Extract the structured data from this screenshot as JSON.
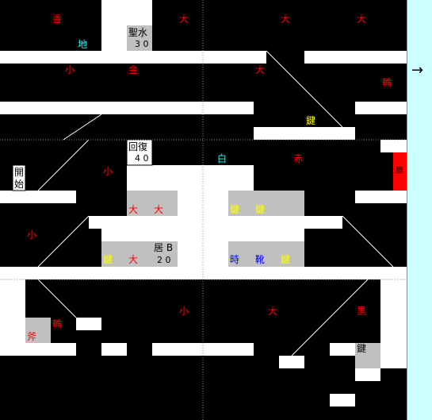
{
  "colors": {
    "wall": "#000000",
    "floor": "#ffffff",
    "item_box": "#c0c0c0",
    "door": "#ff0000",
    "side_panel": "#ccffff",
    "enemy_text": "#ff0000",
    "cyan_text": "#00ffff",
    "key_text": "#ffff00",
    "blue_text": "#0000ff"
  },
  "boxes": {
    "holy_water": {
      "title": "聖水",
      "value": "3 0"
    },
    "recovery": {
      "title": "回復",
      "value": "4 0"
    },
    "kyo_b": {
      "title": "居 B",
      "value": "2 0"
    },
    "start": {
      "line1": "開",
      "line2": "始"
    }
  },
  "labels": {
    "incense": "香",
    "earth": "地",
    "big": "大",
    "small": "小",
    "gold": "金",
    "ring": "輪",
    "key": "鍵",
    "white": "白",
    "red": "赤",
    "door": "扉",
    "time": "時",
    "boots": "靴",
    "axe": "斧",
    "black": "黒"
  },
  "side_arrow": "→"
}
